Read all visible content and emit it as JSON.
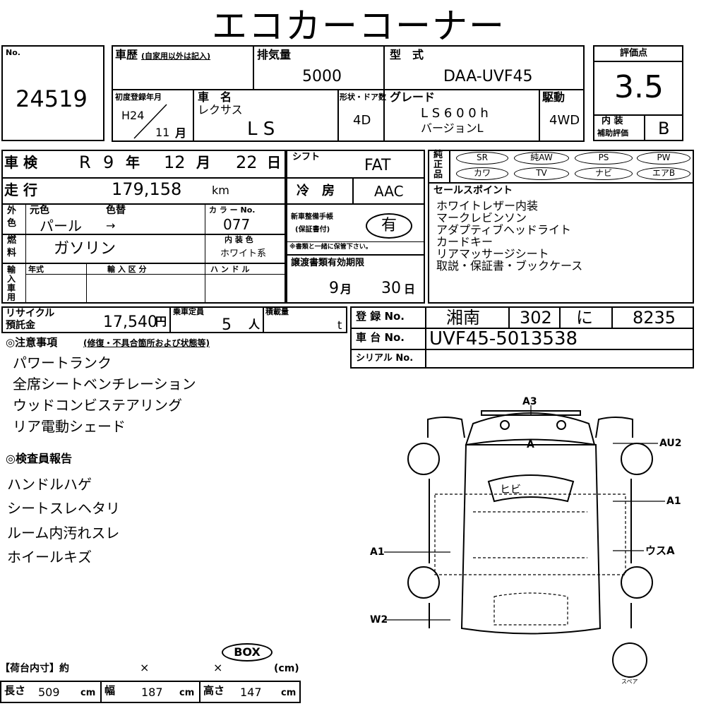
{
  "title": "エコカーコーナー",
  "no_label": "No.",
  "no_value": "24519",
  "history": {
    "label": "車歴",
    "note": "(自家用以外は記入)"
  },
  "displacement": {
    "label": "排気量",
    "value": "5000"
  },
  "model": {
    "label": "型　式",
    "value": "DAA-UVF45"
  },
  "rating": {
    "label": "評価点",
    "value": "3.5",
    "interior_label_1": "内 装",
    "interior_label_2": "補助評価",
    "interior_value": "B"
  },
  "first_reg": {
    "label": "初度登録年月",
    "era": "H24",
    "month": "11",
    "month_unit": "月"
  },
  "car_name": {
    "label": "車　名",
    "maker": "レクサス",
    "value": "L S"
  },
  "doors": {
    "label": "形状・ドア数",
    "value": "4D"
  },
  "grade": {
    "label": "グレード",
    "value": "L S 6 0 0 h",
    "value2": "バージョンL"
  },
  "drive": {
    "label": "駆動",
    "value": "4WD"
  },
  "inspection": {
    "label": "車 検",
    "era": "R",
    "year": "9",
    "year_unit": "年",
    "month": "12",
    "month_unit": "月",
    "day": "22",
    "day_unit": "日"
  },
  "shift": {
    "label": "シフト",
    "value": "FAT"
  },
  "aircon": {
    "label": "冷　房",
    "value": "AAC"
  },
  "equipment": {
    "label1": "純",
    "label2": "正",
    "label3": "品",
    "items": [
      "SR",
      "純AW",
      "PS",
      "PW",
      "カワ",
      "TV",
      "ナビ",
      "エアB"
    ]
  },
  "mileage": {
    "label": "走 行",
    "value": "179,158",
    "unit": "km"
  },
  "sales_points": {
    "label": "セールスポイント",
    "items": [
      "ホワイトレザー内装",
      "マークレビンソン",
      "アダプティブヘッドライト",
      "カードキー",
      "リアマッサージシート",
      "取説・保証書・ブックケース"
    ]
  },
  "color": {
    "side1": "外",
    "side2": "色",
    "orig_label": "元色",
    "change_label": "色替",
    "orig_value": "パール",
    "arrow": "→",
    "code_label": "カ ラ ー No.",
    "code_value": "077"
  },
  "maintenance": {
    "label1": "新車整備手帳",
    "label2": "(保証書付)",
    "value": "有",
    "note": "※書類と一緒に保管下さい。"
  },
  "fuel": {
    "side1": "燃",
    "side2": "料",
    "value": "ガソリン"
  },
  "interior_color": {
    "label": "内 装 色",
    "value": "ホワイト系"
  },
  "import": {
    "side": [
      "輸",
      "入",
      "車",
      "用"
    ],
    "year_label": "年式",
    "class_label": "輸 入 区 分",
    "handle_label": "ハ ン ド ル"
  },
  "transfer": {
    "label": "譲渡書類有効期限",
    "month": "9",
    "month_unit": "月",
    "day": "30",
    "day_unit": "日"
  },
  "recycle": {
    "label1": "リサイクル",
    "label2": "預託金",
    "value": "17,540",
    "unit": "円"
  },
  "capacity": {
    "label": "乗車定員",
    "value": "5",
    "unit": "人"
  },
  "load": {
    "label": "積載量",
    "unit": "t"
  },
  "registration": {
    "label": "登 録 No.",
    "area": "湘南",
    "class_no": "302",
    "kana": "に",
    "number": "8235"
  },
  "chassis": {
    "label": "車 台 No.",
    "value": "UVF45-5013538"
  },
  "serial": {
    "label": "シリアル No."
  },
  "notes": {
    "heading": "◎注意事項",
    "sub": "(修復・不具合箇所および状態等)",
    "items": [
      "パワートランク",
      "全席シートベンチレーション",
      "ウッドコンビステアリング",
      "リア電動シェード"
    ]
  },
  "inspector": {
    "heading": "◎検査員報告",
    "items": [
      "ハンドルハゲ",
      "シートスレヘタリ",
      "ルーム内汚れスレ",
      "ホイールキズ"
    ]
  },
  "cargo": {
    "label": "【荷台内寸】約",
    "x1": "×",
    "x2": "×",
    "cm": "(cm)",
    "box": "BOX",
    "length_label": "長さ",
    "length": "509",
    "width_label": "幅",
    "width": "187",
    "height_label": "高さ",
    "height": "147",
    "unit": "cm"
  },
  "diagram": {
    "labels": {
      "a3": "A3",
      "a": "A",
      "hibi": "ヒビ",
      "au2": "AU2",
      "a1_right": "A1",
      "usu_a": "ウスA",
      "a1_left": "A1",
      "w2": "W2",
      "spare": "スペア"
    }
  }
}
